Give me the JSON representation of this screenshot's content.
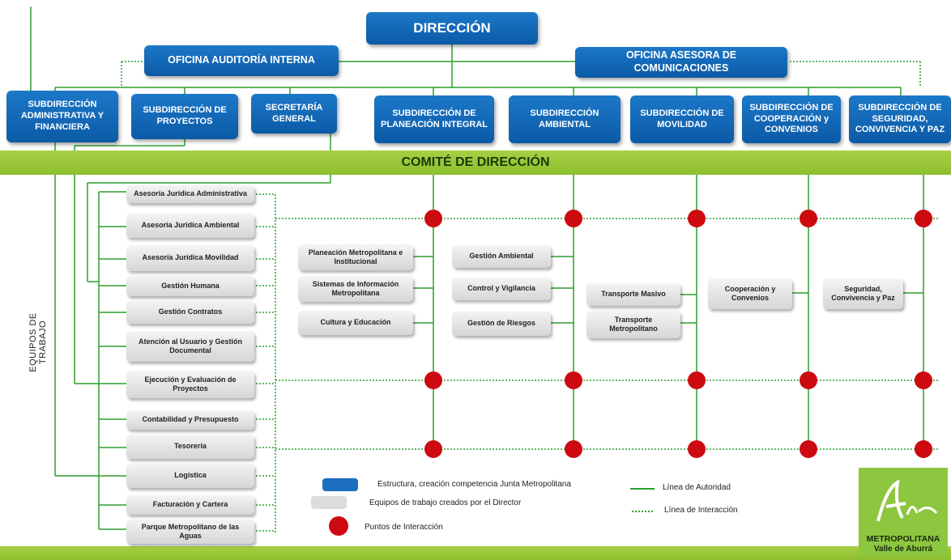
{
  "top": {
    "direccion": "DIRECCIÓN",
    "auditoria": "OFICINA AUDITORÍA INTERNA",
    "asesora": "OFICINA ASESORA DE COMUNICACIONES"
  },
  "subdirecciones": [
    "SUBDIRECCIÓN ADMINISTRATIVA Y FINANCIERA",
    "SUBDIRECCIÓN DE PROYECTOS",
    "SECRETARÍA GENERAL",
    "SUBDIRECCIÓN DE PLANEACIÓN INTEGRAL",
    "SUBDIRECCIÓN AMBIENTAL",
    "SUBDIRECCIÓN DE MOVILIDAD",
    "SUBDIRECCIÓN DE COOPERACIÓN y CONVENIOS",
    "SUBDIRECCIÓN DE SEGURIDAD, CONVIVENCIA Y PAZ"
  ],
  "comite": "COMITÉ DE DIRECCIÓN",
  "equipos_label": "EQUIPOS DE TRABAJO",
  "left_teams": [
    "Asesoría Jurídica Administrativa",
    "Asesoría Jurídica Ambiental",
    "Asesoría Jurídica Movilidad",
    "Gestión Humana",
    "Gestión Contratos",
    "Atención al Usuario y Gestión Documental",
    "Ejecución y Evaluación de Proyectos",
    "Contabilidad y Presupuesto",
    "Tesorería",
    "Logística",
    "Facturación y Cartera",
    "Parque Metropolitano de las Aguas"
  ],
  "planeacion_teams": [
    "Planeación Metropolitana e Institucional",
    "Sistemas de Información Metropolitana",
    "Cultura y Educación"
  ],
  "ambiental_teams": [
    "Gestión Ambiental",
    "Control y Vigilancia",
    "Gestión de Riesgos"
  ],
  "movilidad_teams": [
    "Transporte Masivo",
    "Transporte Metropolitano"
  ],
  "cooperacion_team": "Cooperación y Convenios",
  "seguridad_team": "Seguridad, Convivencia y Paz",
  "legend": {
    "estructura": "Estructura, creación competencia Junta Metropolitana",
    "equipos": "Equipos de trabajo creados por el Director",
    "puntos": "Puntos de Interacción",
    "autoridad": "Línea de Autoridad",
    "interaccion": "Línea de Interacción"
  },
  "logo": {
    "script": "Área",
    "name": "METROPOLITANA",
    "sub": "Valle de Aburrá"
  },
  "colors": {
    "blue": "#0c5aa6",
    "green_line": "#2e9e2e",
    "band": "#9ccb3b",
    "dot": "#cc0a10"
  }
}
